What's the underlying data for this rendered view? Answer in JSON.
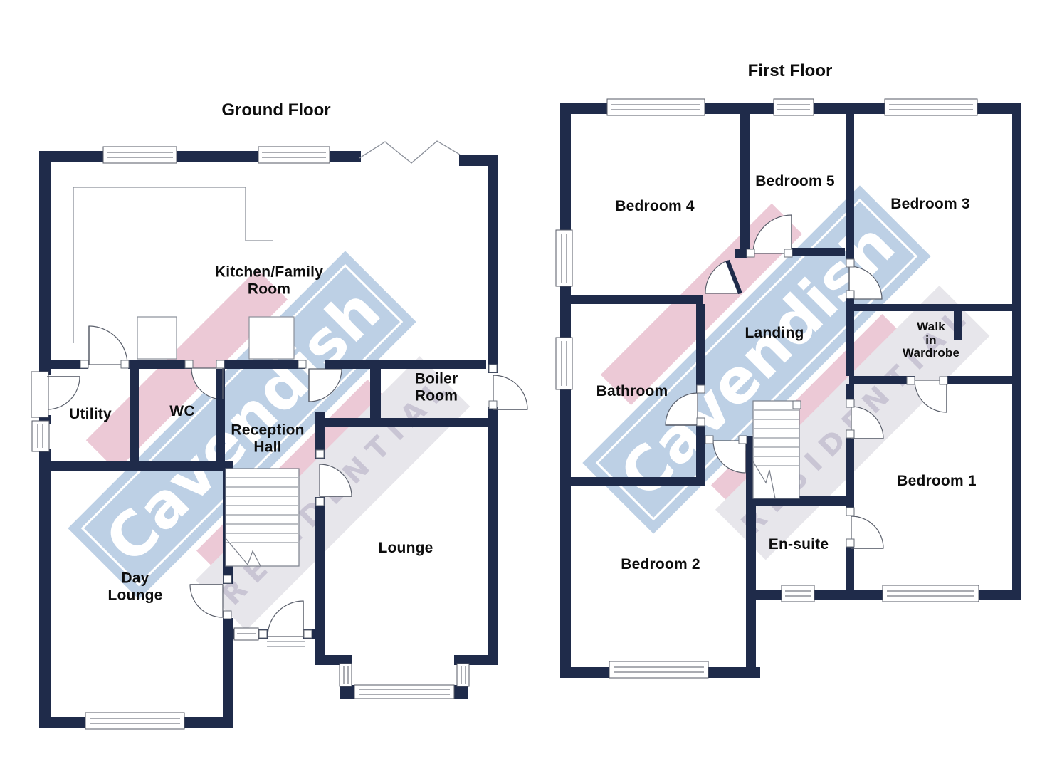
{
  "document": {
    "kind": "Estate agent floor plan"
  },
  "watermark": {
    "brand": "Cavendish",
    "subtitle": "RESIDENTIAL"
  },
  "colors": {
    "wall": "#1f2b4a",
    "watermark_blue": "#bdd0e5",
    "watermark_pink": "#ecc9d6",
    "watermark_gray": "#e7e6eb",
    "brand_text": "#ffffff",
    "residential_text": "#c9c5d4",
    "label_text": "#0d0d0d"
  },
  "ground_floor": {
    "title": "Ground Floor",
    "rooms": [
      {
        "name": "kitchen-family-room",
        "label": "Kitchen/Family\nRoom"
      },
      {
        "name": "utility",
        "label": "Utility"
      },
      {
        "name": "wc",
        "label": "WC"
      },
      {
        "name": "reception-hall",
        "label": "Reception\nHall"
      },
      {
        "name": "boiler-room",
        "label": "Boiler\nRoom"
      },
      {
        "name": "day-lounge",
        "label": "Day\nLounge"
      },
      {
        "name": "lounge",
        "label": "Lounge"
      }
    ]
  },
  "first_floor": {
    "title": "First Floor",
    "rooms": [
      {
        "name": "bedroom-4",
        "label": "Bedroom 4"
      },
      {
        "name": "bedroom-5",
        "label": "Bedroom 5"
      },
      {
        "name": "bedroom-3",
        "label": "Bedroom 3"
      },
      {
        "name": "landing",
        "label": "Landing"
      },
      {
        "name": "bathroom",
        "label": "Bathroom"
      },
      {
        "name": "walk-in-wardrobe",
        "label": "Walk\nin\nWardrobe"
      },
      {
        "name": "bedroom-1",
        "label": "Bedroom 1"
      },
      {
        "name": "bedroom-2",
        "label": "Bedroom 2"
      },
      {
        "name": "en-suite",
        "label": "En-suite"
      }
    ]
  }
}
